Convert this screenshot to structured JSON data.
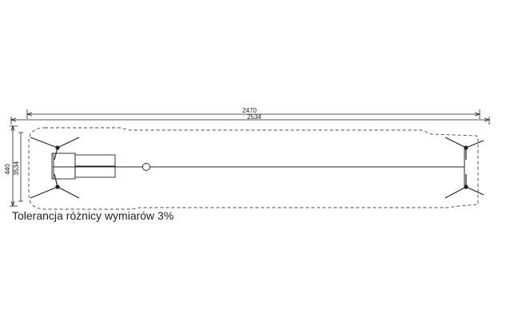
{
  "drawing": {
    "dimensions": {
      "overall_length_inner": "2470",
      "overall_length_outer": "2534",
      "height_outer": "440",
      "height_inner": "3534"
    },
    "note": "Tolerancja różnicy wymiarów 3%",
    "line_color": "#222222",
    "outline_style": "dashed"
  }
}
